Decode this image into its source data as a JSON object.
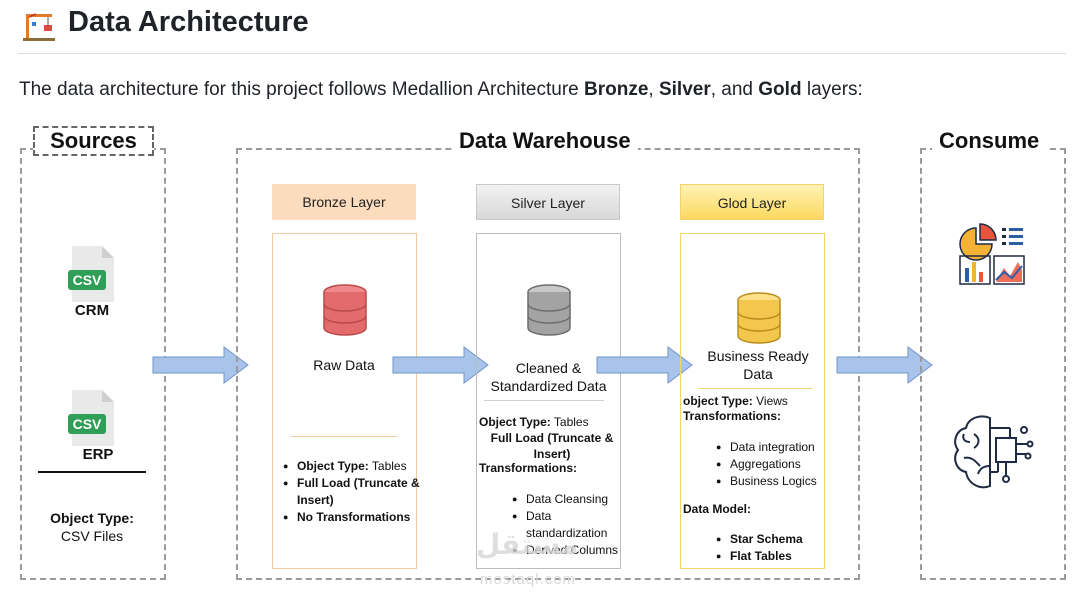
{
  "header": {
    "title": "Data Architecture",
    "icon": "construction-crane-icon"
  },
  "intro": {
    "prefix": "The data architecture for this project follows Medallion Architecture ",
    "bronze": "Bronze",
    "sep1": ", ",
    "silver": "Silver",
    "sep2": ", and ",
    "gold": "Gold",
    "suffix": " layers:"
  },
  "diagram": {
    "sources": {
      "title": "Sources",
      "files": [
        {
          "badge": "CSV",
          "label": "CRM"
        },
        {
          "badge": "CSV",
          "label": "ERP"
        }
      ],
      "object_type_label": "Object Type:",
      "object_type_value": "CSV Files"
    },
    "warehouse": {
      "title": "Data Warehouse",
      "bronze": {
        "header": "Bronze Layer",
        "color": "#fbdcbd",
        "db_color": "#e46b6b",
        "name": "Raw Data",
        "bullets": [
          {
            "label": "Object Type:",
            "value": " Tables"
          },
          {
            "label": "Full Load (Truncate & Insert)",
            "value": ""
          },
          {
            "label": "No Transformations",
            "value": ""
          }
        ]
      },
      "silver": {
        "header": "Silver Layer",
        "color": "#e2e2e2",
        "db_color": "#9a9a9a",
        "name_line1": "Cleaned &",
        "name_line2": "Standardized Data",
        "object_type_label": "Object Type:",
        "object_type_value": " Tables",
        "full_load": "Full Load (Truncate & Insert)",
        "transformations_label": "Transformations:",
        "transformations": [
          "Data Cleansing",
          "Data standardization",
          "Derived Columns"
        ]
      },
      "gold": {
        "header": "Glod Layer",
        "color": "#fde58a",
        "db_color": "#f0c14b",
        "name_line1": "Business Ready",
        "name_line2": "Data",
        "object_type_label": "object Type:",
        "object_type_value": " Views",
        "transformations_label": "Transformations:",
        "transformations": [
          "Data integration",
          "Aggregations",
          "Business Logics"
        ],
        "data_model_label": "Data Model:",
        "data_models": [
          "Star Schema",
          "Flat Tables"
        ]
      }
    },
    "consume": {
      "title": "Consume",
      "icons": [
        "analytics-dashboard-icon",
        "ai-brain-icon"
      ]
    },
    "arrow_color": "#a9c4ea"
  },
  "watermark": {
    "text": "مستقل",
    "url": "mostaql.com"
  }
}
